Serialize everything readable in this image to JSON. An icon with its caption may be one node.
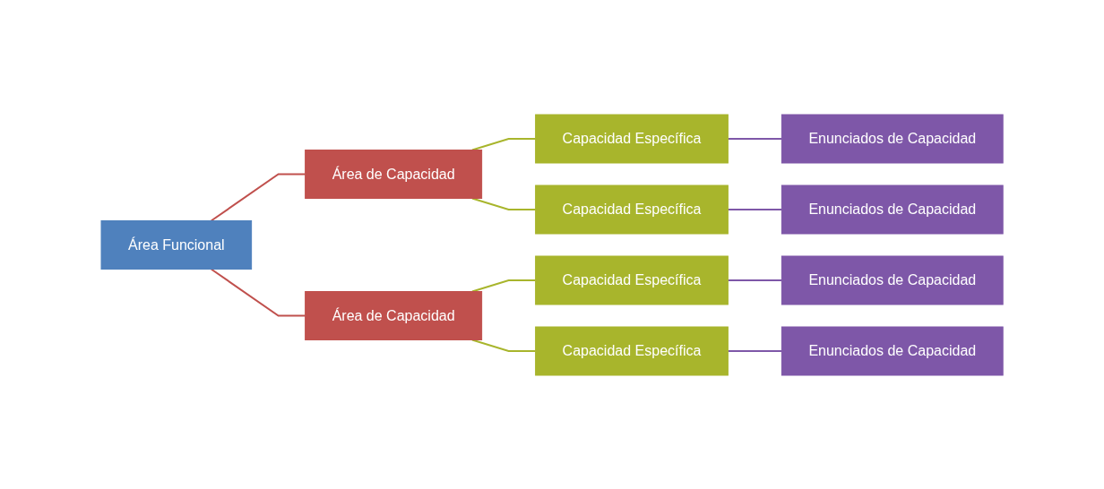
{
  "diagram": {
    "nodes": [
      {
        "text": [
          "Área Funcional"
        ]
      },
      {
        "text": [
          "Área de Capacidad"
        ]
      },
      {
        "text": [
          "Capacidad Específica"
        ]
      },
      {
        "text": [
          "Enunciados de Capacidad"
        ]
      },
      {
        "text": [
          "Capacidad Específica"
        ]
      },
      {
        "text": [
          "Enunciados de Capacidad"
        ]
      },
      {
        "text": [
          "Área de Capacidad"
        ]
      },
      {
        "text": [
          "Capacidad Específica"
        ]
      },
      {
        "text": [
          "Enunciados de Capacidad"
        ]
      },
      {
        "text": [
          "Capacidad Específica"
        ]
      },
      {
        "text": [
          "Enunciados de Capacidad"
        ]
      }
    ],
    "edges": [
      {
        "from": 0,
        "to": 1,
        "arrow": "none",
        "color": "#c0504d"
      },
      {
        "from": 0,
        "to": 6,
        "arrow": "none",
        "color": "#c0504d"
      },
      {
        "from": 1,
        "to": 2,
        "arrow": "none",
        "color": "#a8b52c"
      },
      {
        "from": 1,
        "to": 4,
        "arrow": "none",
        "color": "#a8b52c"
      },
      {
        "from": 6,
        "to": 7,
        "arrow": "none",
        "color": "#a8b52c"
      },
      {
        "from": 6,
        "to": 9,
        "arrow": "none",
        "color": "#a8b52c"
      },
      {
        "from": 2,
        "to": 3,
        "arrow": "none",
        "color": "#7e57a8"
      },
      {
        "from": 4,
        "to": 5,
        "arrow": "none",
        "color": "#7e57a8"
      },
      {
        "from": 7,
        "to": 8,
        "arrow": "none",
        "color": "#7e57a8"
      },
      {
        "from": 9,
        "to": 10,
        "arrow": "none",
        "color": "#7e57a8"
      }
    ]
  }
}
